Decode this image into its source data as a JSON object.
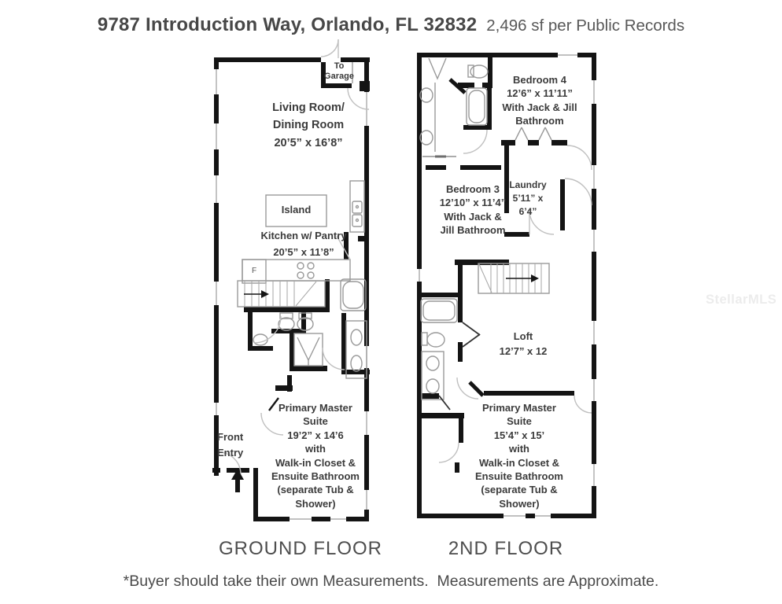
{
  "header": {
    "address": "9787 Introduction Way, Orlando, FL 32832",
    "sqft_note": "2,496 sf per Public Records"
  },
  "ground_floor": {
    "floor_label": "GROUND FLOOR",
    "rooms": {
      "to_garage": "To\nGarage",
      "living_dining": "Living Room/\nDining Room\n20’5” x 16’8”",
      "island": "Island",
      "kitchen": "Kitchen w/ Pantry\n20’5” x 11’8”",
      "fridge": "F",
      "front_entry": "Front\nEntry",
      "primary_master": "Primary Master\nSuite\n19’2” x 14’6\nwith\nWalk-in Closet &\nEnsuite Bathroom\n(separate Tub &\nShower)"
    }
  },
  "second_floor": {
    "floor_label": "2ND FLOOR",
    "rooms": {
      "bedroom4": "Bedroom 4\n12’6” x 11’11”\nWith Jack & Jill\nBathroom",
      "bedroom3": "Bedroom 3\n12’10” x 11’4”\nWith Jack &\nJill Bathroom",
      "laundry": "Laundry\n5’11” x\n6’4”",
      "loft": "Loft\n12’7” x 12",
      "primary_master": "Primary Master\nSuite\n15’4” x 15’\nwith\nWalk-in Closet &\nEnsuite Bathroom\n(separate Tub &\nShower)"
    }
  },
  "footer": {
    "disclaimer": "*Buyer should take their own Measurements.  Measurements are Approximate."
  },
  "watermark": "StellarMLS",
  "colors": {
    "wall": "#141414",
    "label_text": "#3b3b3b",
    "fixture": "#999999",
    "watermark": "#ececec"
  }
}
